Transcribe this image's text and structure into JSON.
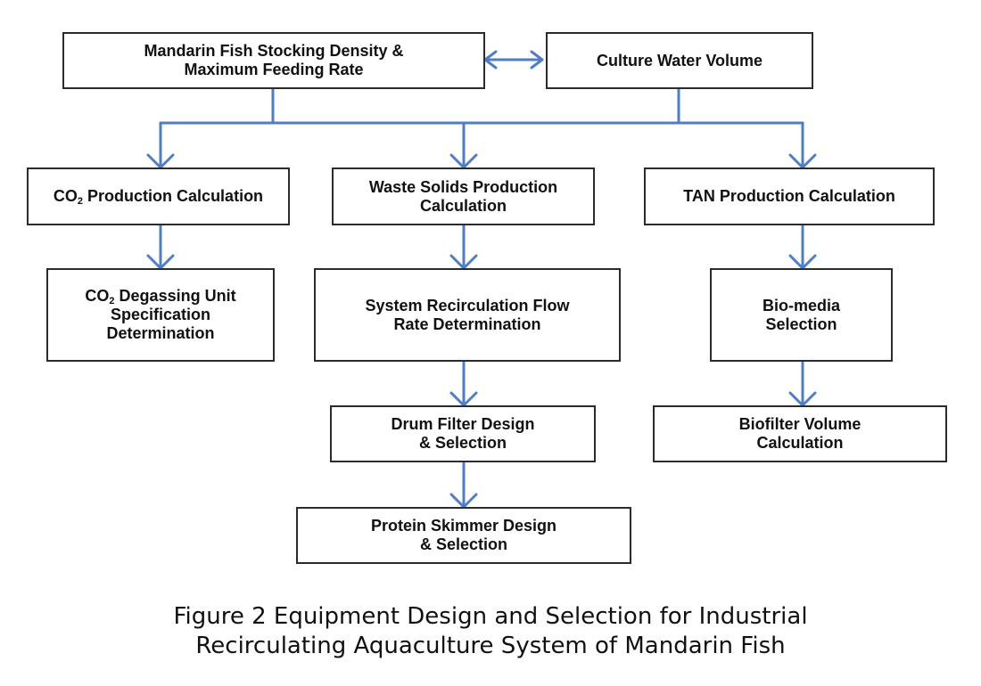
{
  "colors": {
    "connector": "#4f7ec4",
    "box_border": "#2b2b2b"
  },
  "nodes": {
    "stocking": {
      "lines": [
        "Mandarin Fish Stocking Density &",
        "Maximum Feeding Rate"
      ]
    },
    "water_volume": {
      "lines": [
        "Culture Water Volume"
      ]
    },
    "co2_production": {
      "prefix": "CO",
      "sub": "2",
      "suffix": " Production Calculation"
    },
    "waste_solids": {
      "lines": [
        "Waste Solids Production",
        "Calculation"
      ]
    },
    "tan_production": {
      "lines": [
        "TAN Production Calculation"
      ]
    },
    "co2_degassing": {
      "line1_prefix": "CO",
      "line1_sub": "2",
      "line1_suffix": " Degassing Unit",
      "line2": "Specification",
      "line3": "Determination"
    },
    "recirculation_flow": {
      "lines": [
        "System Recirculation Flow",
        "Rate Determination"
      ]
    },
    "biomedia": {
      "lines": [
        "Bio-media",
        "Selection"
      ]
    },
    "drum_filter": {
      "lines": [
        "Drum Filter Design",
        "& Selection"
      ]
    },
    "biofilter": {
      "lines": [
        "Biofilter Volume",
        "Calculation"
      ]
    },
    "protein_skimmer": {
      "lines": [
        "Protein Skimmer Design",
        "& Selection"
      ]
    }
  },
  "caption": {
    "line1": "Figure 2 Equipment Design and Selection for Industrial",
    "line2": "Recirculating Aquaculture System of Mandarin Fish"
  }
}
